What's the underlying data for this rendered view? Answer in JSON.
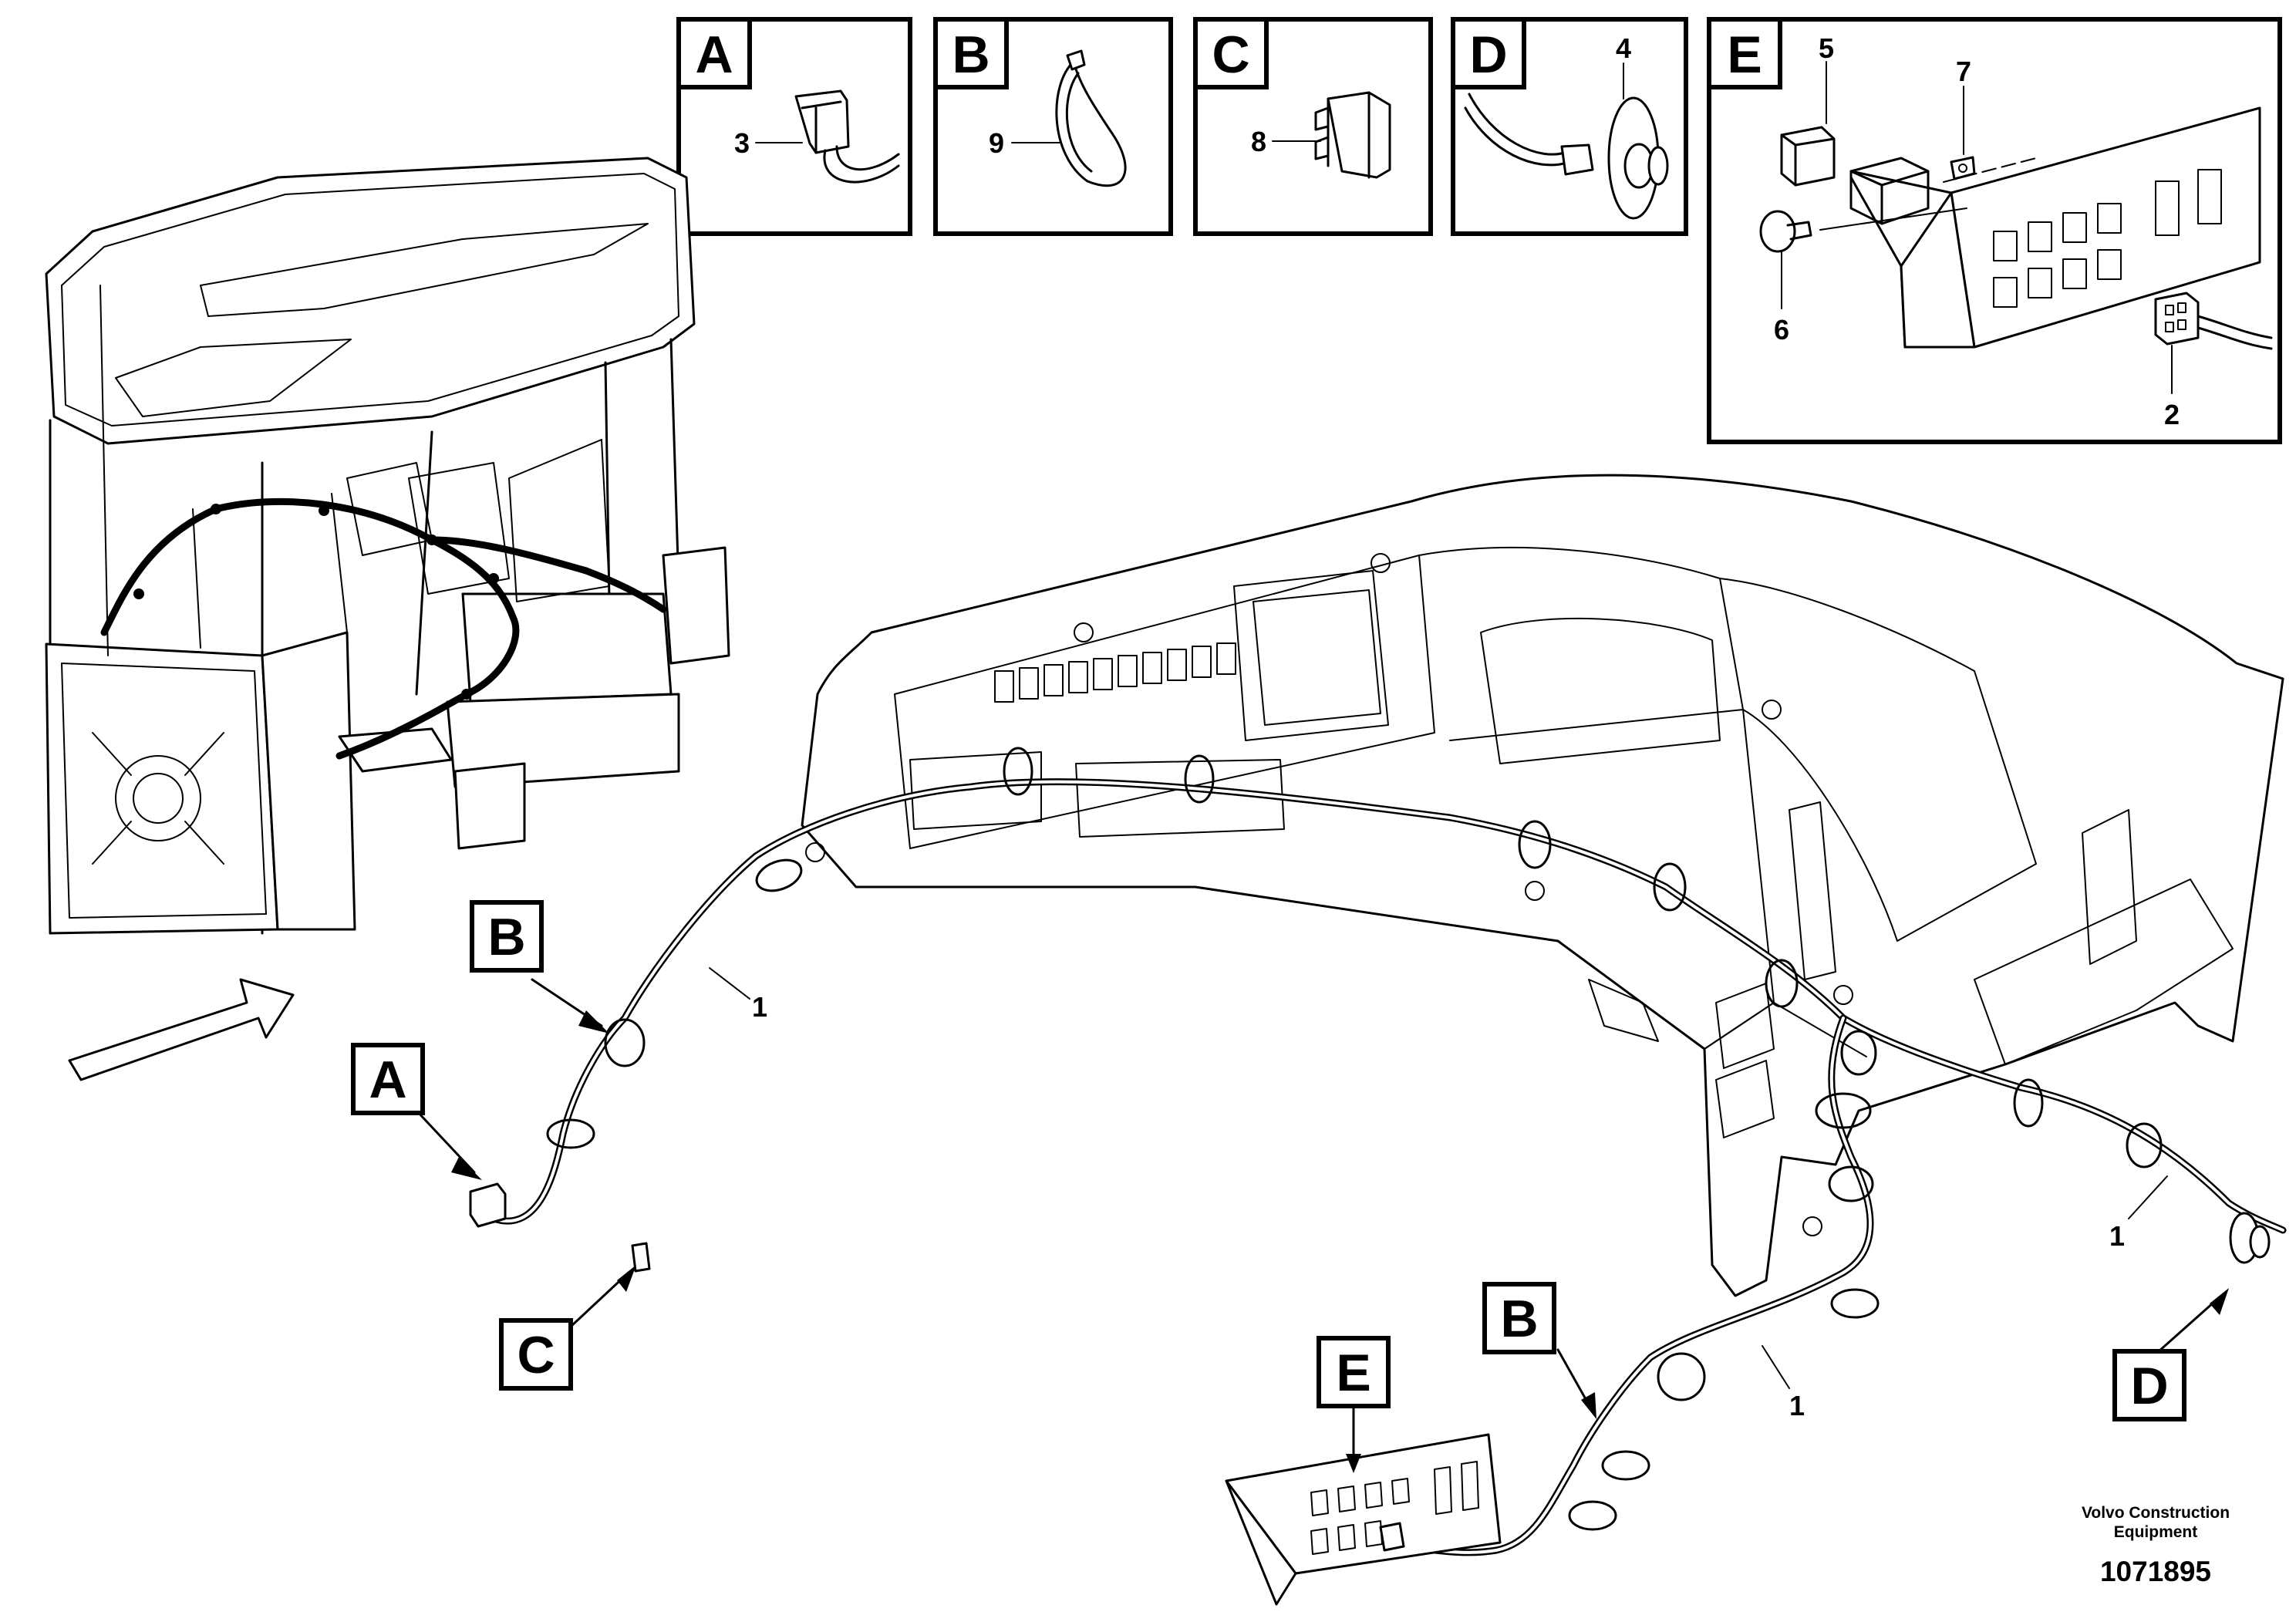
{
  "detail_boxes": [
    {
      "letter": "A",
      "part": "3"
    },
    {
      "letter": "B",
      "part": "9"
    },
    {
      "letter": "C",
      "part": "8"
    },
    {
      "letter": "D",
      "part": "4"
    },
    {
      "letter": "E",
      "parts": [
        "5",
        "7",
        "6",
        "2"
      ]
    }
  ],
  "callouts": {
    "b_left": "B",
    "a_left": "A",
    "c_left": "C",
    "e_bottom": "E",
    "b_bottom": "B",
    "d_right": "D"
  },
  "part_numbers": {
    "harness_left": "1",
    "harness_bottom": "1",
    "harness_right": "1"
  },
  "footer": {
    "brand_line1": "Volvo Construction",
    "brand_line2": "Equipment",
    "drawing_number": "1071895"
  }
}
